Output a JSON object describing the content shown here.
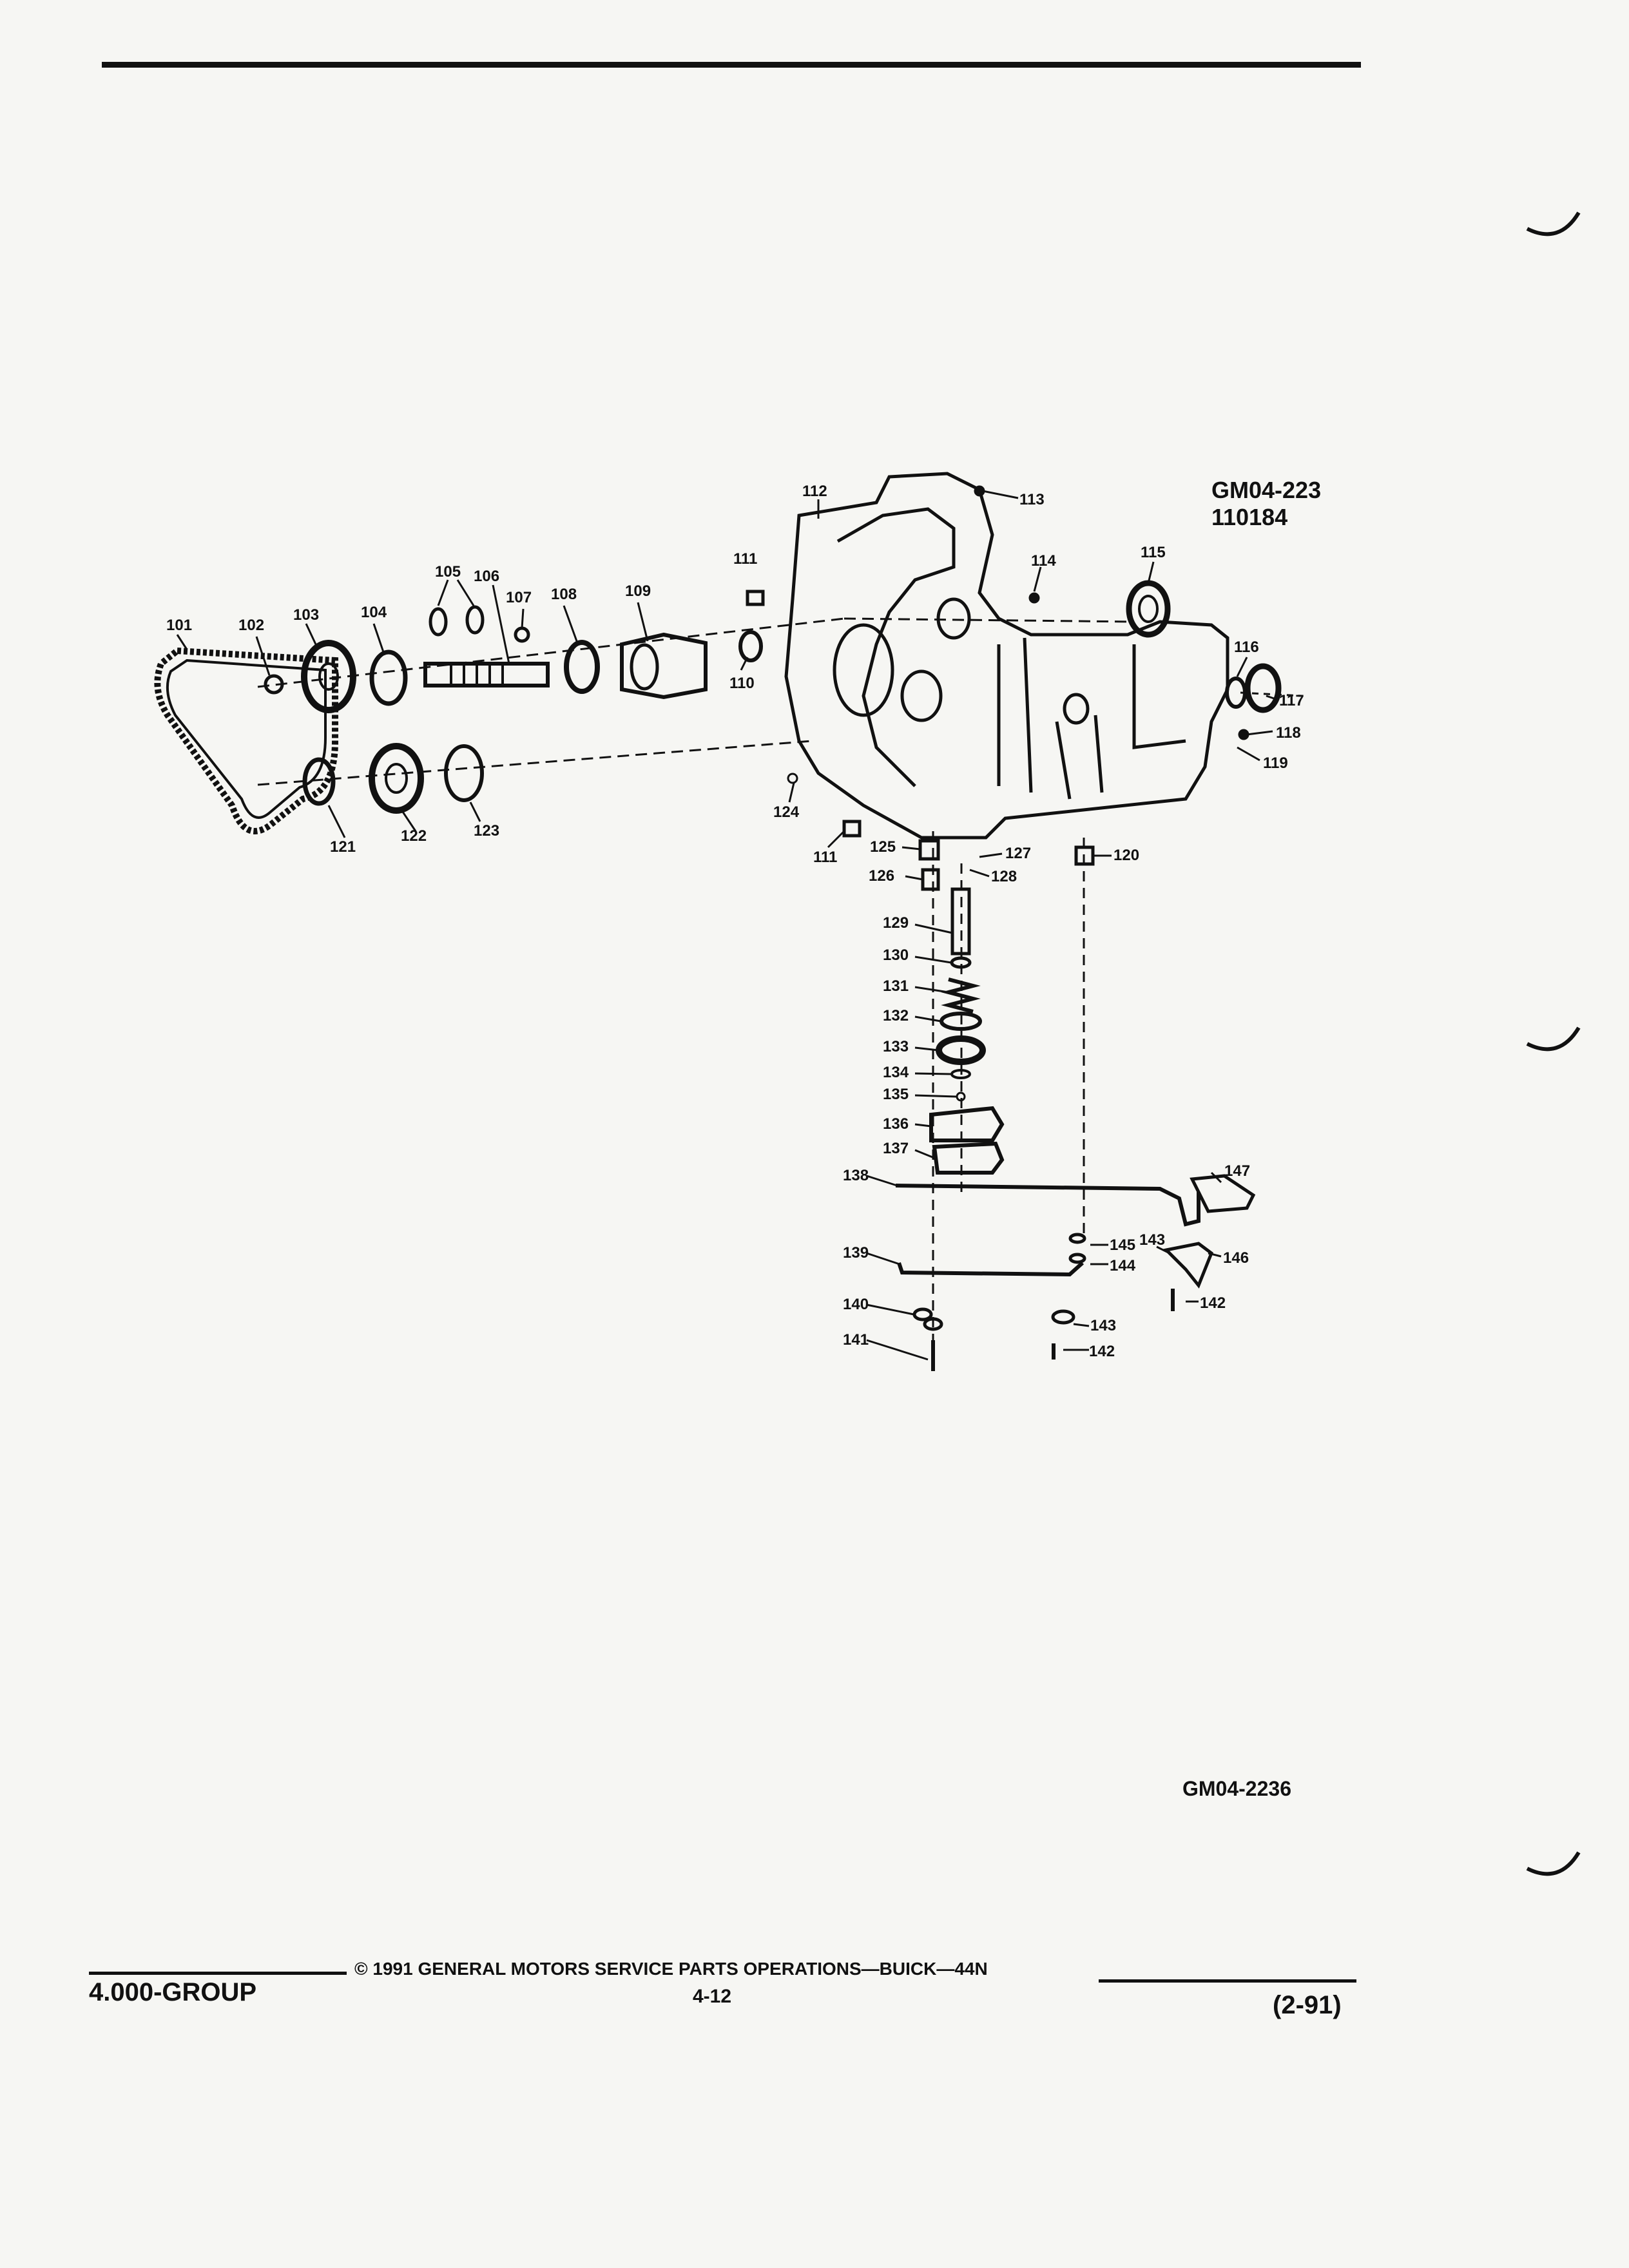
{
  "diagram": {
    "figure_code": "GM04-223",
    "figure_date": "110184",
    "illustration_code": "GM04-2236",
    "callouts": [
      "101",
      "102",
      "103",
      "104",
      "105",
      "106",
      "107",
      "108",
      "109",
      "110",
      "111",
      "112",
      "113",
      "114",
      "115",
      "116",
      "117",
      "118",
      "119",
      "120",
      "121",
      "122",
      "123",
      "124",
      "111",
      "125",
      "126",
      "127",
      "128",
      "129",
      "130",
      "131",
      "132",
      "133",
      "134",
      "135",
      "136",
      "137",
      "138",
      "139",
      "140",
      "141",
      "142",
      "142",
      "143",
      "143",
      "144",
      "145",
      "146",
      "147"
    ]
  },
  "footer": {
    "group": "4.000-GROUP",
    "copyright": "© 1991 GENERAL MOTORS SERVICE PARTS OPERATIONS—BUICK—44N",
    "page": "4-12",
    "revision": "(2-91)"
  }
}
